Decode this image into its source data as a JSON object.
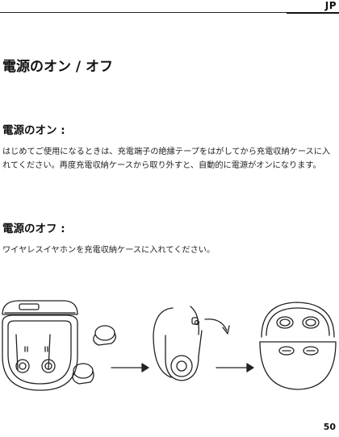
{
  "header": {
    "lang": "JP"
  },
  "title": "電源のオン / オフ",
  "sections": [
    {
      "heading": "電源のオン :",
      "text": "はじめてご使用になるときは、充電端子の絶縁テープをはがしてから充電収納ケースに入れてください。再度充電収納ケースから取り外すと、自動的に電源がオンになります。"
    },
    {
      "heading": "電源のオフ :",
      "text": "ワイヤレスイヤホンを充電収納ケースに入れてください。"
    }
  ],
  "illustration": {
    "icons": [
      "charging-case-open-icon",
      "earbud-icon",
      "arrow-right-icon",
      "earbud-insert-icon",
      "arrow-right-icon",
      "charging-case-closed-icon"
    ]
  },
  "footer": {
    "page_number": "50"
  }
}
